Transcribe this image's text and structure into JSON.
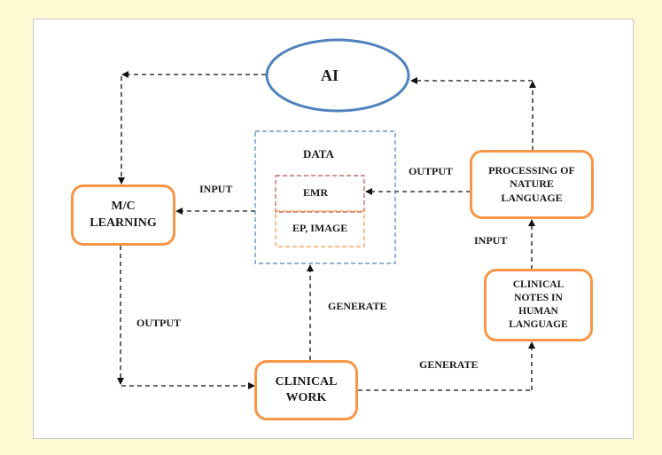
{
  "nodes": {
    "ai": {
      "label": "AI",
      "shape": "ellipse",
      "color": "#4f81bd"
    },
    "ml": {
      "label": "M/C\nLEARNING"
    },
    "data": {
      "label": "DATA",
      "color": "#4f81bd"
    },
    "emr": {
      "label": "EMR",
      "color": "#c0504d"
    },
    "ep_image": {
      "label": "EP, IMAGE",
      "color": "#f79646"
    },
    "nlp": {
      "label": "PROCESSING OF\nNATURE\nLANGUAGE"
    },
    "clinical_notes": {
      "label": "CLINICAL\nNOTES IN\nHUMAN\nLANGUAGE"
    },
    "clinical_work": {
      "label": "CLINICAL\nWORK"
    }
  },
  "box_color": "#f79646",
  "edges": [
    {
      "from": "ai",
      "to": "ml",
      "label": ""
    },
    {
      "from": "data",
      "to": "ml",
      "label": "INPUT"
    },
    {
      "from": "ml",
      "to": "clinical_work",
      "label": "OUTPUT"
    },
    {
      "from": "clinical_work",
      "to": "data",
      "label": "GENERATE"
    },
    {
      "from": "clinical_work",
      "to": "clinical_notes",
      "label": "GENERATE"
    },
    {
      "from": "clinical_notes",
      "to": "nlp",
      "label": "INPUT"
    },
    {
      "from": "nlp",
      "to": "emr",
      "label": "OUTPUT"
    },
    {
      "from": "nlp",
      "to": "ai",
      "label": ""
    }
  ]
}
